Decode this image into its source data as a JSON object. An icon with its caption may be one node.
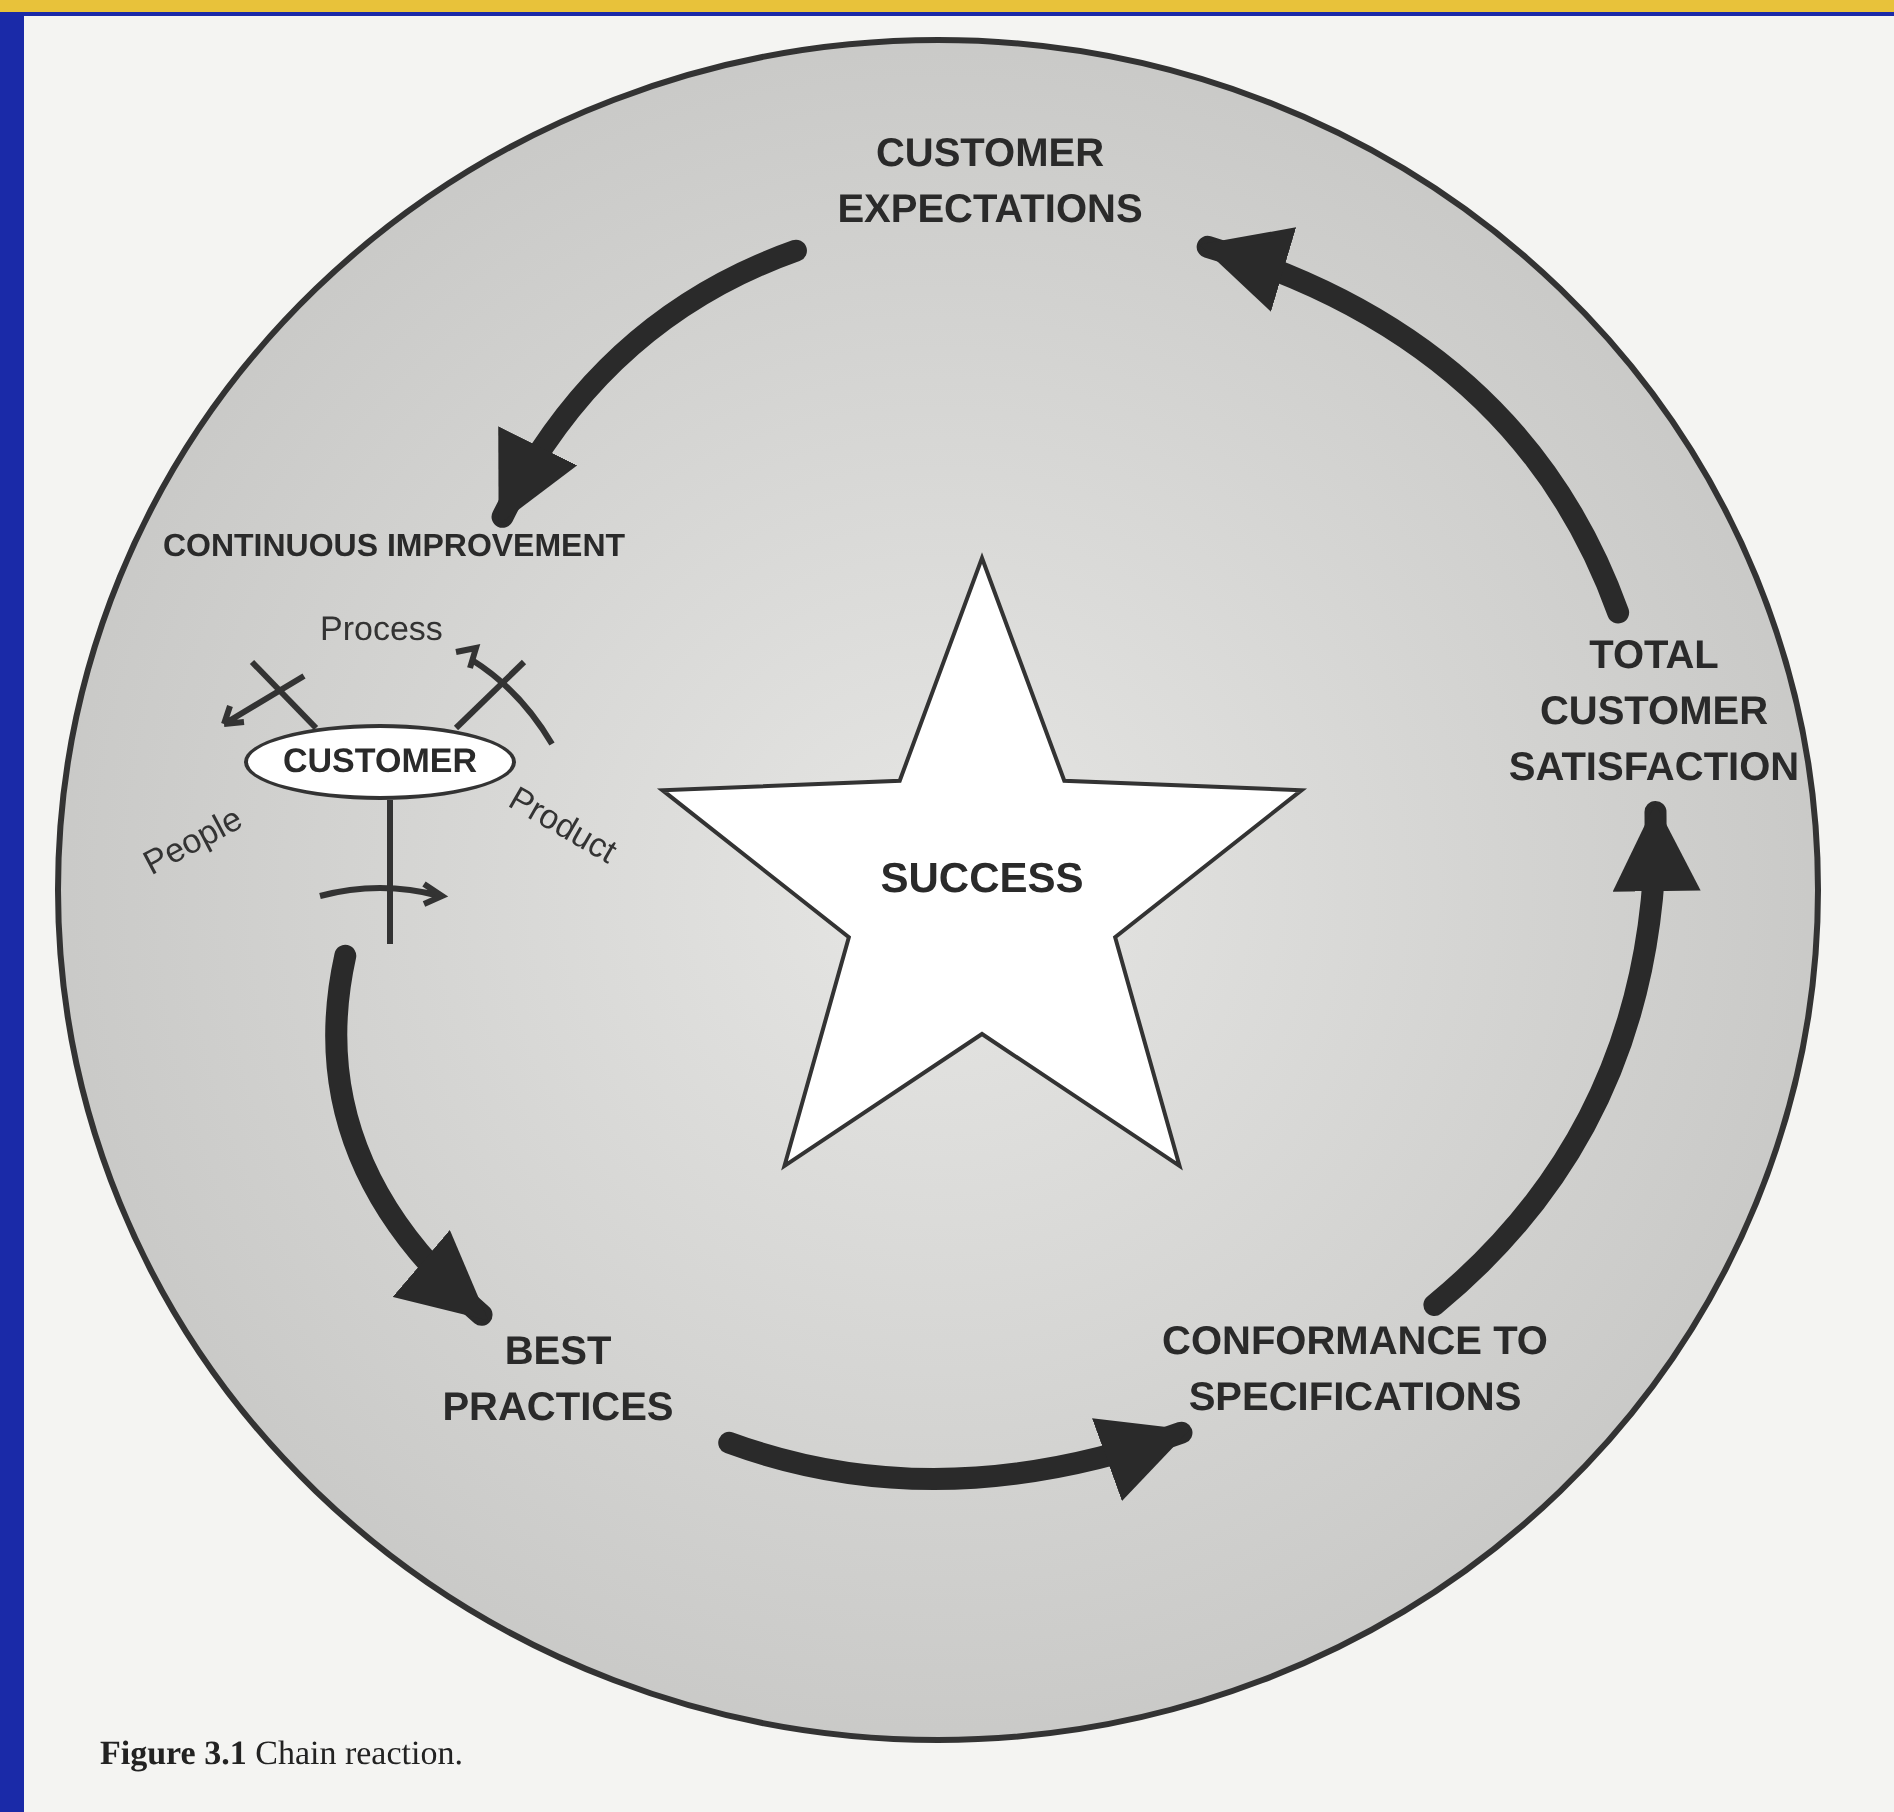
{
  "diagram": {
    "caption": "**Figure 3.1**  Chain reaction.",
    "nodes": [
      {
        "text": [
          "CUSTOMER EXPECTATIONS"
        ]
      },
      {
        "text": [
          "CONTINUOUS IMPROVEMENT"
        ]
      },
      {
        "text": [
          "CUSTOMER"
        ],
        "in": 1
      },
      {
        "text": [
          "BEST PRACTICES"
        ]
      },
      {
        "text": [
          "CONFORMANCE TO SPECIFICATIONS"
        ]
      },
      {
        "text": [
          "TOTAL CUSTOMER SATISFACTION"
        ]
      },
      {
        "text": [
          "SUCCESS"
        ]
      }
    ],
    "edges": [
      {
        "from": 0,
        "to": 1,
        "arrow": "to"
      },
      {
        "from": 1,
        "to": 3,
        "arrow": "to"
      },
      {
        "from": 3,
        "to": 4,
        "arrow": "to"
      },
      {
        "from": 4,
        "to": 5,
        "arrow": "to"
      },
      {
        "from": 5,
        "to": 0,
        "arrow": "to"
      }
    ],
    "labels": [
      "Process",
      "People",
      "Product"
    ]
  }
}
